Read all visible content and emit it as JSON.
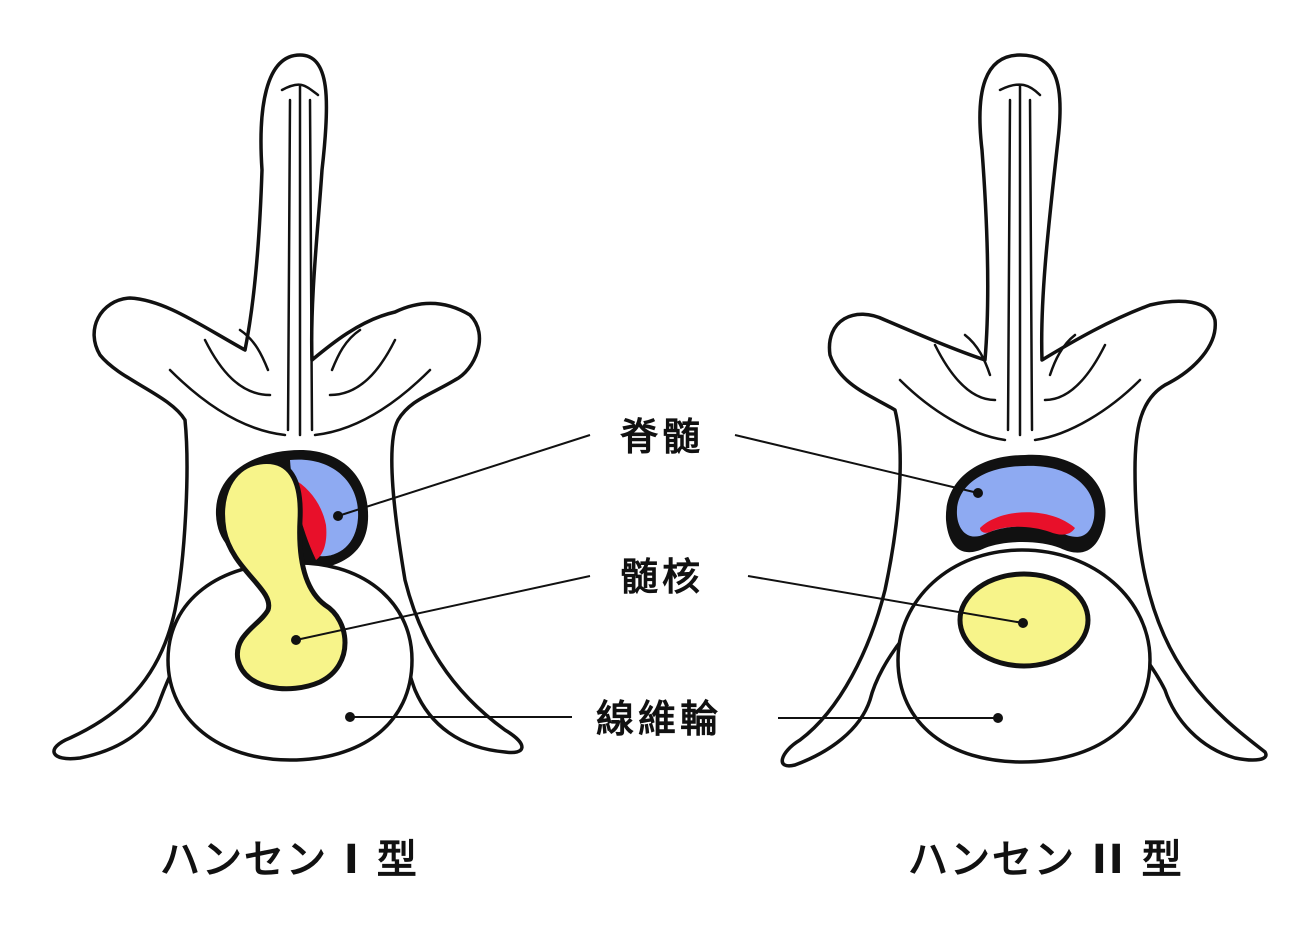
{
  "labels": {
    "spinal_cord": "脊髄",
    "nucleus_pulposus": "髄核",
    "annulus_fibrosus": "線維輪"
  },
  "captions": {
    "type1": "ハンセン I 型",
    "type2": "ハンセン II 型"
  },
  "colors": {
    "spinal_cord": "#8eaaf2",
    "spinal_cord_compressed": "#e8102a",
    "nucleus_pulposus": "#f7f48a",
    "outline": "#111111",
    "background": "#ffffff"
  }
}
